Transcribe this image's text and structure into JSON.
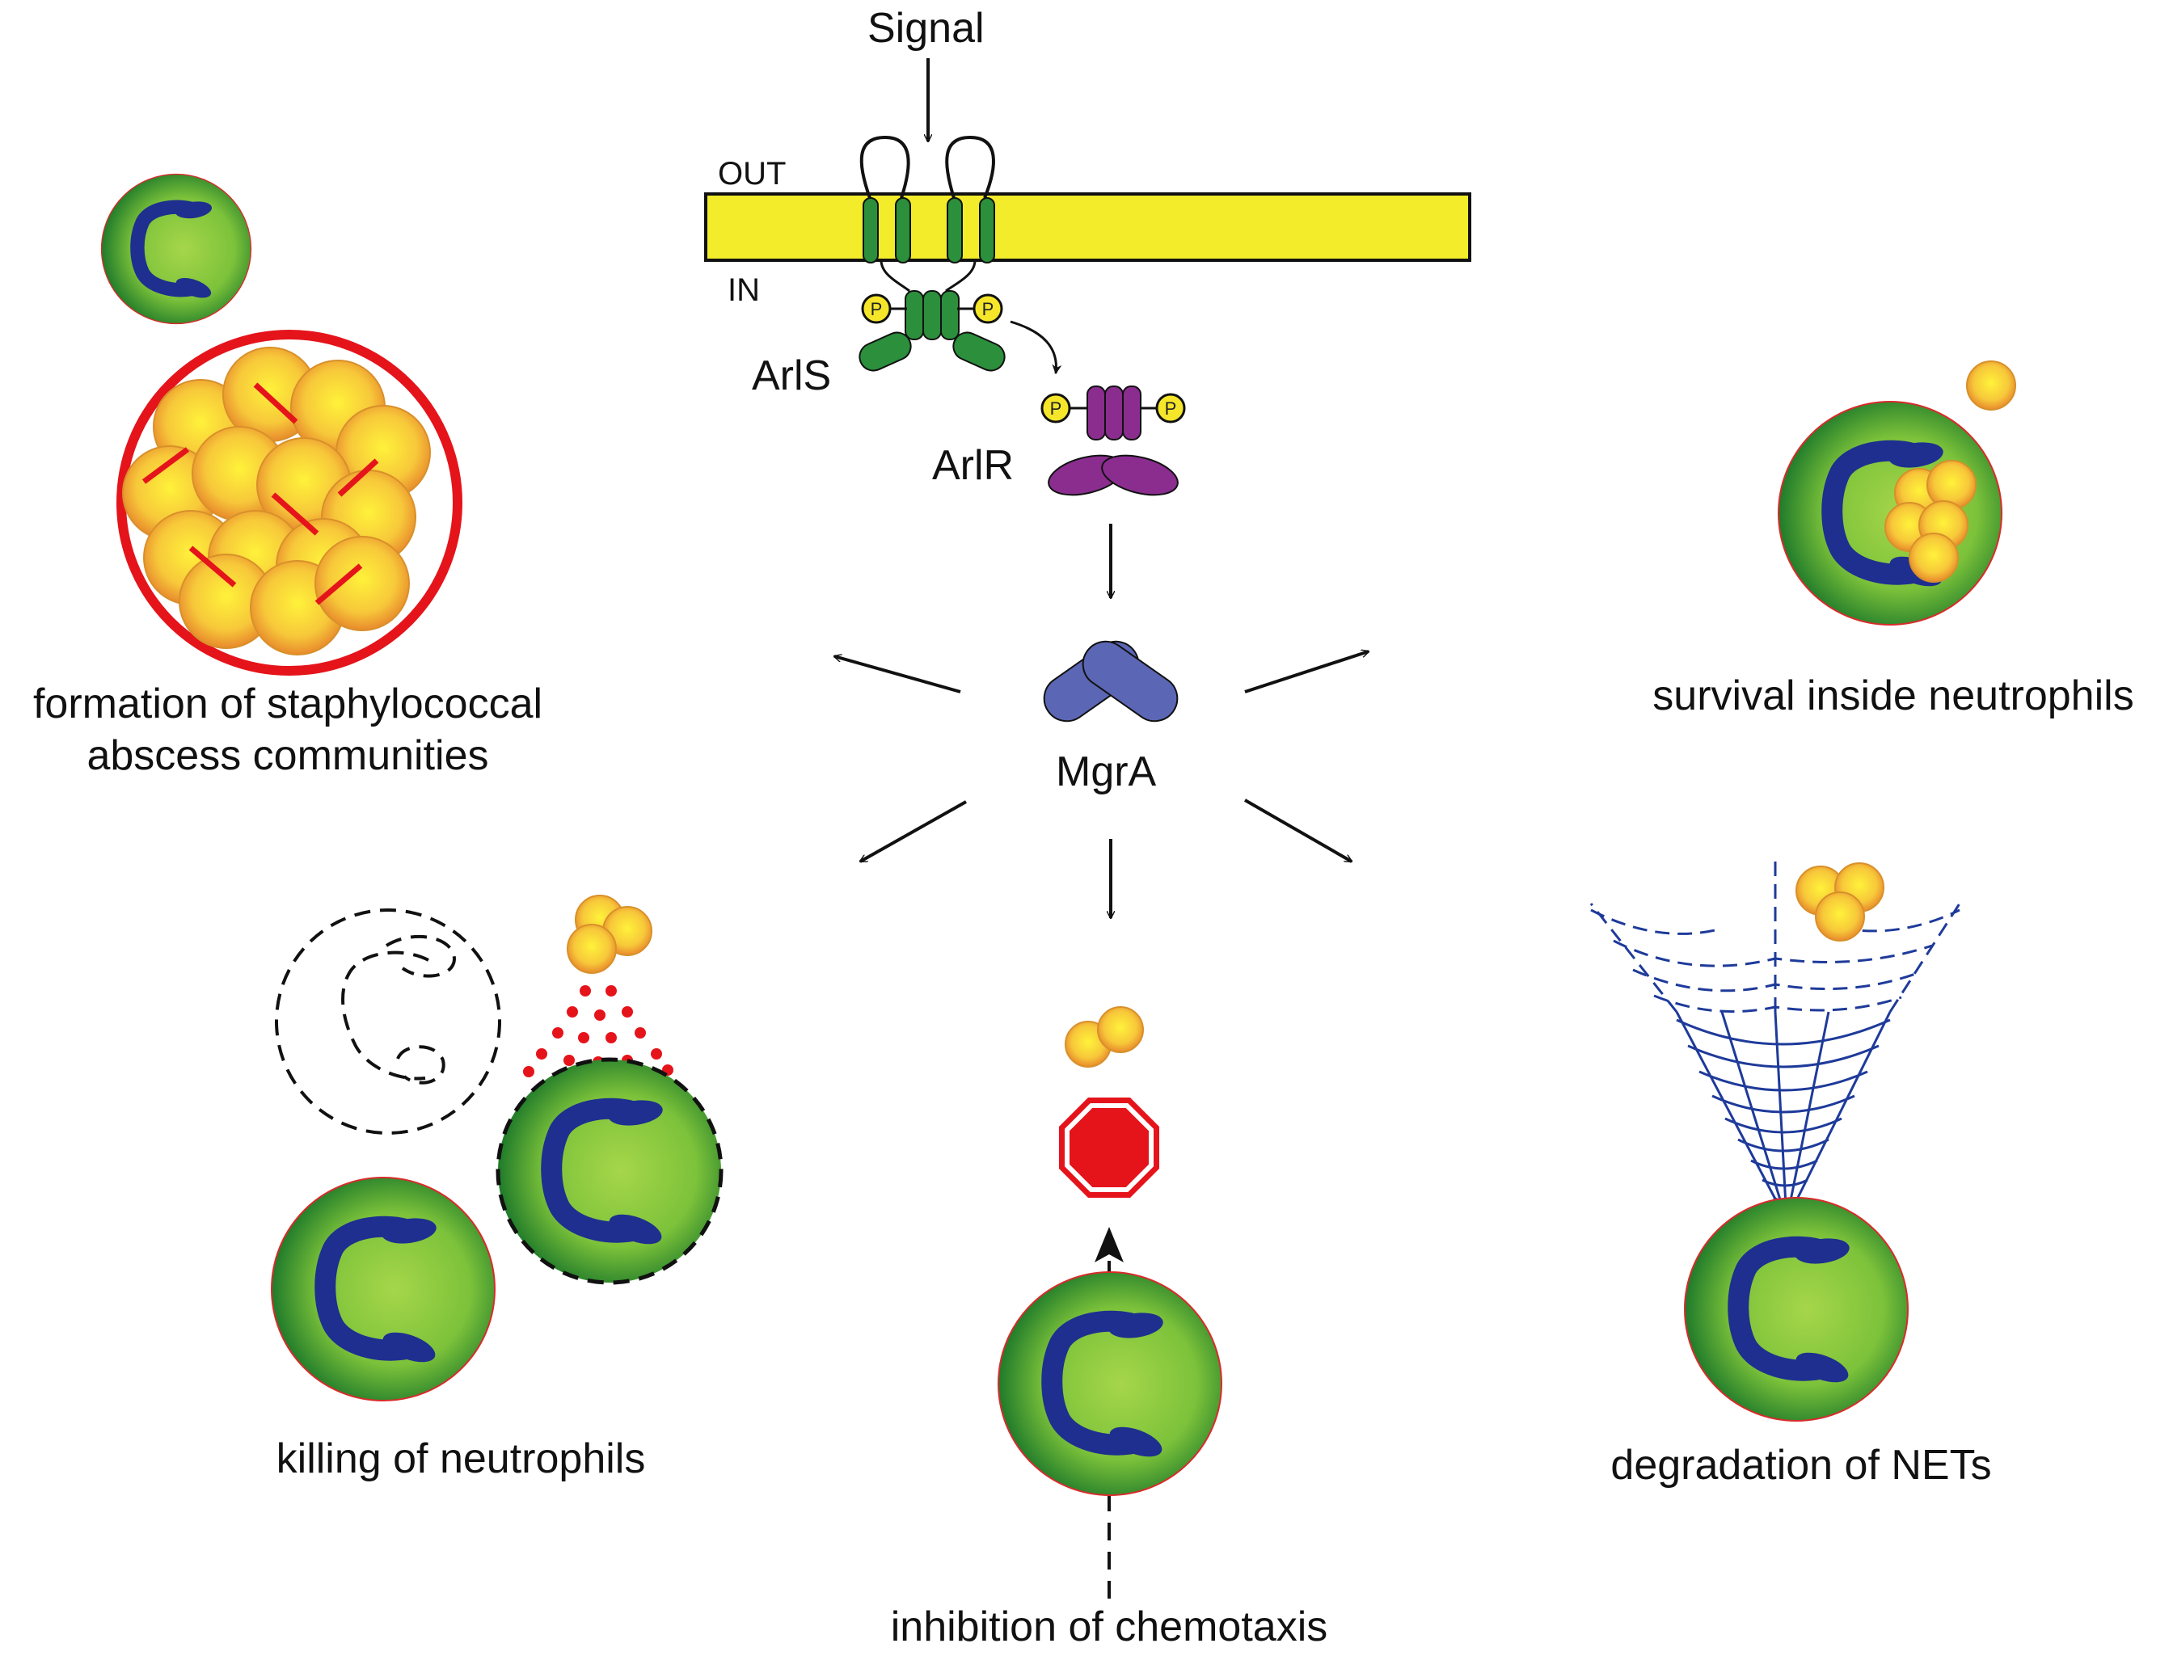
{
  "labels": {
    "signal": "Signal",
    "out": "OUT",
    "in": "IN",
    "arls": "ArlS",
    "arlr": "ArlR",
    "mgra": "MgrA",
    "phospho": "P"
  },
  "outcomes": {
    "abscess_line1": "formation of staphylococcal",
    "abscess_line2": "abscess communities",
    "survival": "survival inside neutrophils",
    "killing": "killing of neutrophils",
    "chemotaxis": "inhibition of chemotaxis",
    "nets": "degradation of NETs"
  },
  "colors": {
    "membrane": "#f2ec2a",
    "arls": "#2b8f3c",
    "arlr": "#8a2d8f",
    "mgra": "#5b67b5",
    "neutrophil": "#7cc23a",
    "nucleus": "#1e2f8f",
    "bacterium": "#f5c634",
    "abscess_ring": "#e5141b",
    "stop_sign": "#e5141b",
    "net": "#1e3a9a"
  }
}
